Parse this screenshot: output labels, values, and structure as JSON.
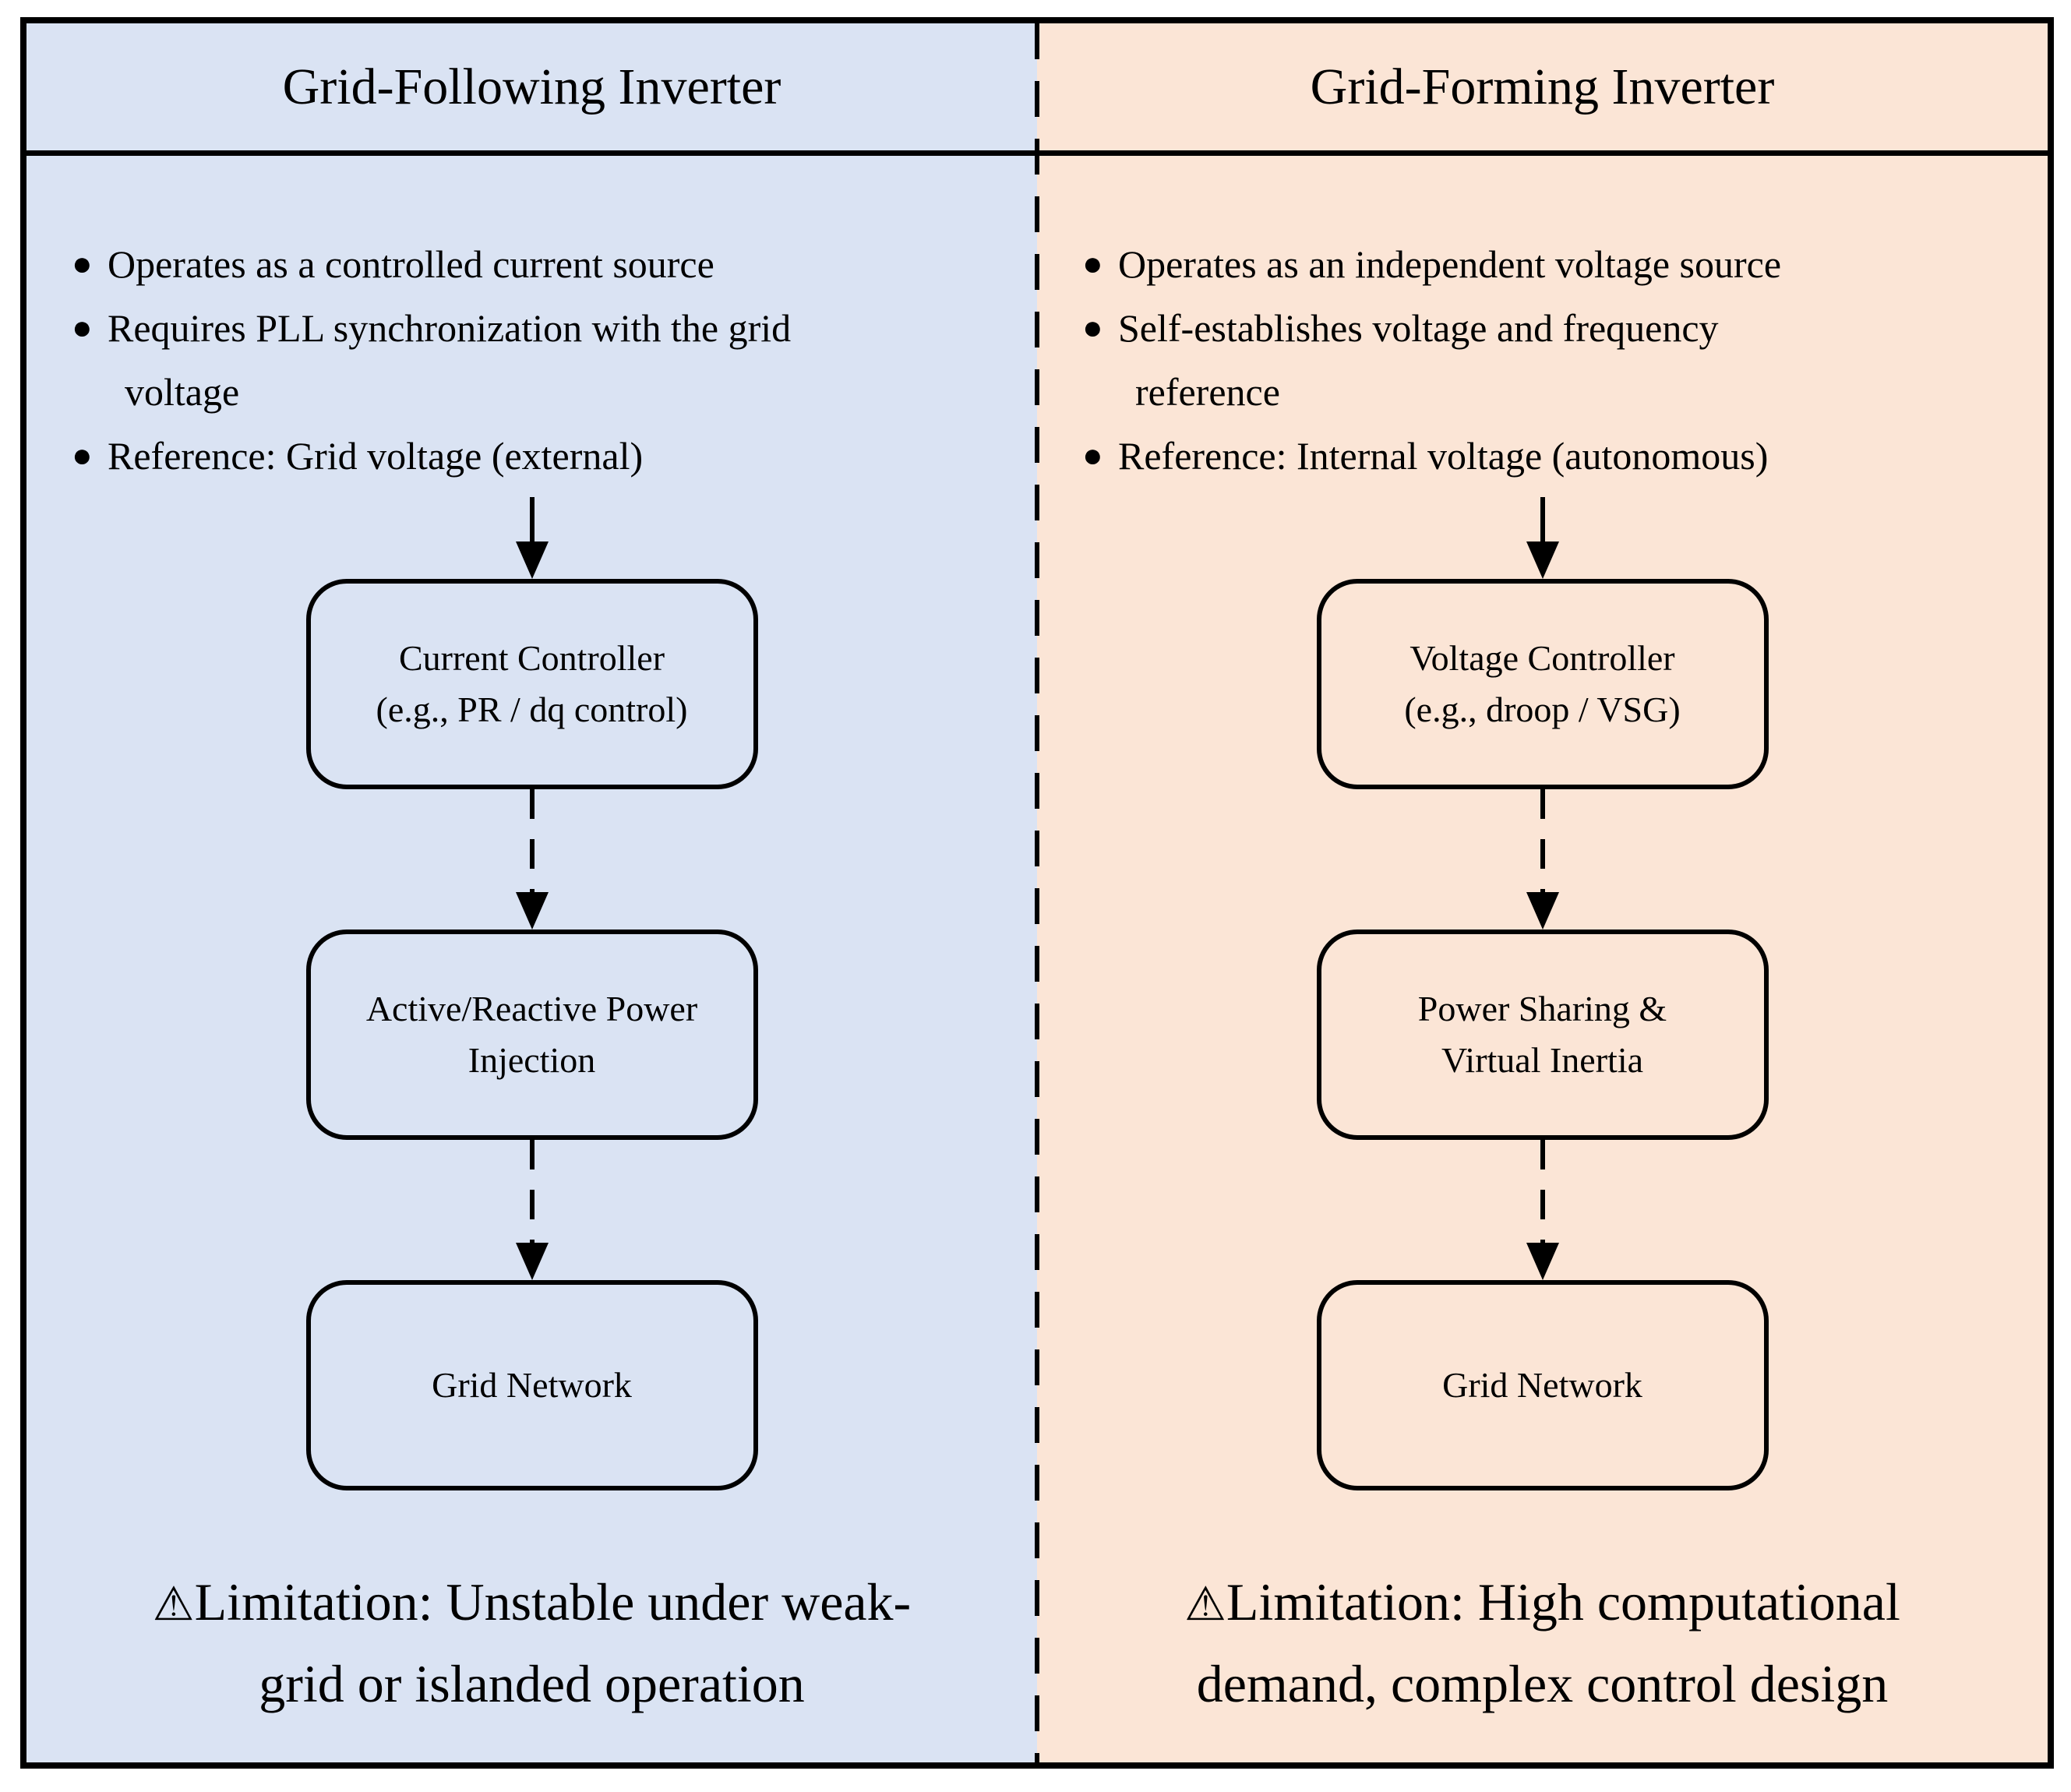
{
  "diagram": {
    "bullet_marker": "●",
    "colors": {
      "border": "#000000",
      "text": "#000000",
      "grid_following_bg": "#dae3f3",
      "grid_forming_bg": "#fbe5d6"
    },
    "columns": [
      {
        "title": "Grid-Following Inverter",
        "bg": "#dae3f3",
        "bullets": [
          {
            "text": "Operates as a controlled current source",
            "wrap": ""
          },
          {
            "text": "Requires PLL synchronization with the grid",
            "wrap": "voltage"
          },
          {
            "text": "Reference: Grid voltage (external)",
            "wrap": ""
          }
        ],
        "boxes": [
          {
            "line1": "Current Controller",
            "line2": "(e.g., PR / dq control)"
          },
          {
            "line1": "Active/Reactive Power",
            "line2": "Injection"
          },
          {
            "line1": "Grid Network",
            "line2": ""
          }
        ],
        "limitation": {
          "icon": "⚠",
          "line1": "Limitation: Unstable under weak-",
          "line2": "grid or islanded operation"
        }
      },
      {
        "title": "Grid-Forming Inverter",
        "bg": "#fbe5d6",
        "bullets": [
          {
            "text": "Operates as an independent voltage source",
            "wrap": ""
          },
          {
            "text": "Self-establishes voltage and frequency",
            "wrap": "reference"
          },
          {
            "text": "Reference: Internal voltage (autonomous)",
            "wrap": ""
          }
        ],
        "boxes": [
          {
            "line1": "Voltage Controller",
            "line2": "(e.g., droop / VSG)"
          },
          {
            "line1": "Power Sharing &",
            "line2": "Virtual Inertia"
          },
          {
            "line1": "Grid Network",
            "line2": ""
          }
        ],
        "limitation": {
          "icon": "⚠",
          "line1": "Limitation: High computational",
          "line2": "demand, complex control design"
        }
      }
    ]
  }
}
